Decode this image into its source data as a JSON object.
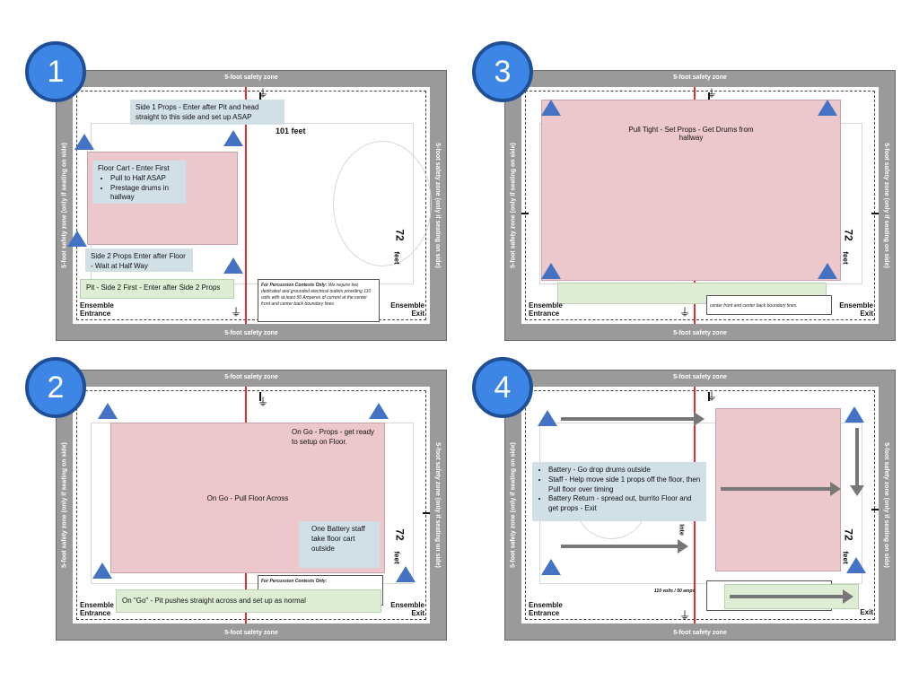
{
  "common": {
    "safety_zone": "5-foot safety zone",
    "safety_zone_side": "5-foot safety zone (only if seating on side)",
    "width_label": "101  feet",
    "height_label": "72",
    "height_unit": "feet",
    "entrance_1": "Ensemble",
    "entrance_2": "Entrance",
    "exit_1": "Ensemble",
    "exit_2": "Exit",
    "note_title": "For Percussion Contests Only:",
    "note_body": "We require two dedicated and grounded electrical outlets providing 110 volts with at least 50 Amperes of current at the center front and center back boundary lines.",
    "note_fragment": "center front and center back boundary lines.",
    "volts_label": "110 volts / 50 amps",
    "inter_label": "Inte",
    "amps_fragment": "amps",
    "colors": {
      "accent_blue": "#3d86e6",
      "triangle": "#4472c4",
      "red_line": "#e03030",
      "pink": "#ecc7cc",
      "note_blue": "#d1dfe6",
      "green": "#ddeed5"
    }
  },
  "panel1": {
    "number": "1",
    "side1": "Side 1 Props - Enter after Pit and head straight to this side and set up ASAP",
    "cart_title": "Floor Cart - Enter First",
    "cart_items": [
      "Pull to Half ASAP",
      "Prestage drums in hallway"
    ],
    "side2": "Side 2 Props Enter after Floor - Wait at Half Way",
    "pit": "Pit - Side 2 First - Enter after Side 2 Props"
  },
  "panel2": {
    "number": "2",
    "props": "On Go - Props - get ready to setup on Floor.",
    "floor": "On Go - Pull Floor Across",
    "battery": "One Battery staff take floor cart outside",
    "pit": "On \"Go\" - Pit pushes straight across and set up as normal"
  },
  "panel3": {
    "number": "3",
    "pull": "Pull Tight - Set Props - Get Drums from hallway"
  },
  "panel4": {
    "number": "4",
    "items": [
      "Battery - Go drop drums outside",
      "Staff - Help move side 1 props off the floor, then Pull floor over timing",
      "Battery Return - spread out, burrito Floor and get props - Exit"
    ]
  }
}
